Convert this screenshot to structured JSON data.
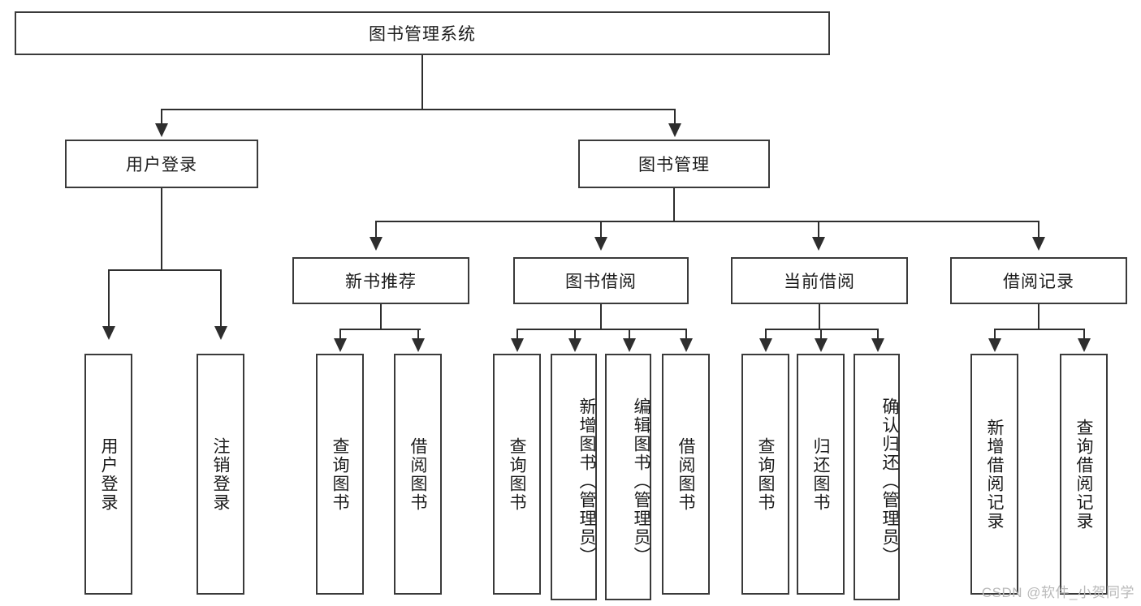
{
  "diagram": {
    "title": "图书管理系统",
    "watermark": "CSDN @软件_小贺同学",
    "colors": {
      "box_border": "#3a3a3a",
      "connector": "#2e2e2e",
      "background": "#ffffff",
      "text": "#1b1b1b",
      "watermark": "#b9b9b9"
    },
    "root": {
      "label": "图书管理系统"
    },
    "level2": [
      {
        "label": "用户登录"
      },
      {
        "label": "图书管理"
      }
    ],
    "level3": [
      {
        "label": "新书推荐"
      },
      {
        "label": "图书借阅"
      },
      {
        "label": "当前借阅"
      },
      {
        "label": "借阅记录"
      }
    ],
    "leaves": {
      "user_login": [
        {
          "label": "用户登录"
        },
        {
          "label": "注销登录"
        }
      ],
      "new_book_recommend": [
        {
          "label": "查询图书"
        },
        {
          "label": "借阅图书"
        }
      ],
      "book_borrow": [
        {
          "label": "查询图书"
        },
        {
          "label": "新增图书（管理员）"
        },
        {
          "label": "编辑图书（管理员）"
        },
        {
          "label": "借阅图书"
        }
      ],
      "current_borrow": [
        {
          "label": "查询图书"
        },
        {
          "label": "归还图书"
        },
        {
          "label": "确认归还（管理员）"
        }
      ],
      "borrow_record": [
        {
          "label": "新增借阅记录"
        },
        {
          "label": "查询借阅记录"
        }
      ]
    }
  },
  "chart_data": {
    "type": "table",
    "title": "图书管理系统 功能结构图",
    "nodes": [
      {
        "id": "root",
        "label": "图书管理系统",
        "level": 1,
        "parent": null
      },
      {
        "id": "user-login",
        "label": "用户登录",
        "level": 2,
        "parent": "root"
      },
      {
        "id": "book-manage",
        "label": "图书管理",
        "level": 2,
        "parent": "root"
      },
      {
        "id": "user-login-leaf-1",
        "label": "用户登录",
        "level": 3,
        "parent": "user-login"
      },
      {
        "id": "user-login-leaf-2",
        "label": "注销登录",
        "level": 3,
        "parent": "user-login"
      },
      {
        "id": "new-book",
        "label": "新书推荐",
        "level": 3,
        "parent": "book-manage"
      },
      {
        "id": "book-borrow",
        "label": "图书借阅",
        "level": 3,
        "parent": "book-manage"
      },
      {
        "id": "current-borrow",
        "label": "当前借阅",
        "level": 3,
        "parent": "book-manage"
      },
      {
        "id": "borrow-record",
        "label": "借阅记录",
        "level": 3,
        "parent": "book-manage"
      },
      {
        "id": "new-book-leaf-1",
        "label": "查询图书",
        "level": 4,
        "parent": "new-book"
      },
      {
        "id": "new-book-leaf-2",
        "label": "借阅图书",
        "level": 4,
        "parent": "new-book"
      },
      {
        "id": "book-borrow-leaf-1",
        "label": "查询图书",
        "level": 4,
        "parent": "book-borrow"
      },
      {
        "id": "book-borrow-leaf-2",
        "label": "新增图书（管理员）",
        "level": 4,
        "parent": "book-borrow"
      },
      {
        "id": "book-borrow-leaf-3",
        "label": "编辑图书（管理员）",
        "level": 4,
        "parent": "book-borrow"
      },
      {
        "id": "book-borrow-leaf-4",
        "label": "借阅图书",
        "level": 4,
        "parent": "book-borrow"
      },
      {
        "id": "current-borrow-leaf-1",
        "label": "查询图书",
        "level": 4,
        "parent": "current-borrow"
      },
      {
        "id": "current-borrow-leaf-2",
        "label": "归还图书",
        "level": 4,
        "parent": "current-borrow"
      },
      {
        "id": "current-borrow-leaf-3",
        "label": "确认归还（管理员）",
        "level": 4,
        "parent": "current-borrow"
      },
      {
        "id": "borrow-record-leaf-1",
        "label": "新增借阅记录",
        "level": 4,
        "parent": "borrow-record"
      },
      {
        "id": "borrow-record-leaf-2",
        "label": "查询借阅记录",
        "level": 4,
        "parent": "borrow-record"
      }
    ]
  }
}
